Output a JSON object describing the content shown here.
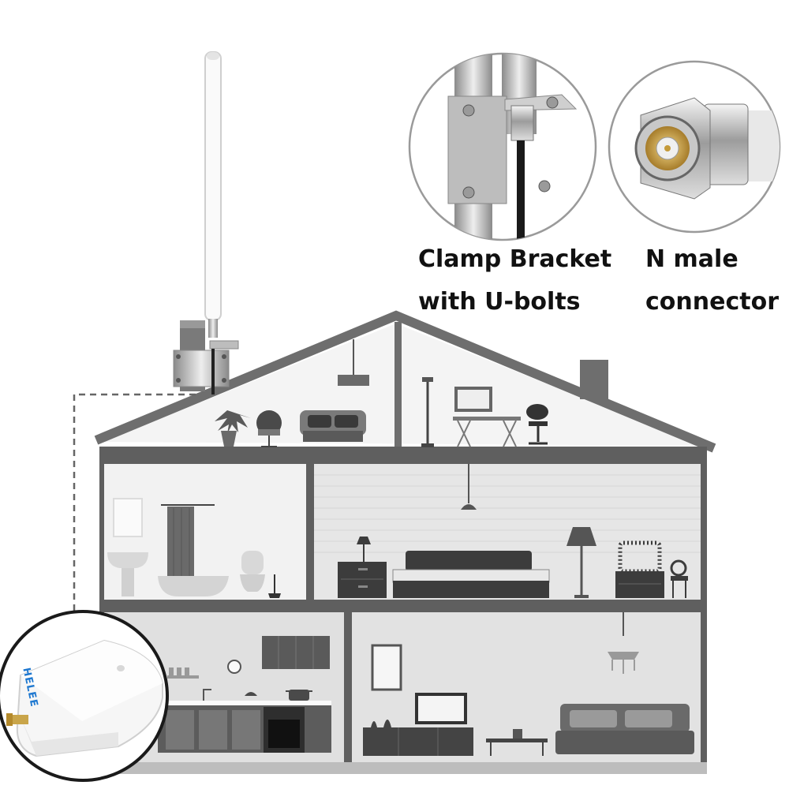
{
  "callouts": {
    "clamp": {
      "line1": "Clamp Bracket",
      "line2": "with U-bolts"
    },
    "connector": {
      "line1": "N male",
      "line2": "connector"
    }
  },
  "booster": {
    "brand": "HELEE"
  },
  "colors": {
    "roof": "#6e6e6e",
    "wall": "#5f5f5f",
    "interior_light": "#f2f2f2",
    "interior_mid": "#dcdcdc",
    "furniture_dark": "#3c3c3c",
    "brand_blue": "#1e78d0"
  },
  "icons": [
    "antenna-icon",
    "clamp-bracket-icon",
    "n-connector-icon",
    "booster-device-icon"
  ]
}
